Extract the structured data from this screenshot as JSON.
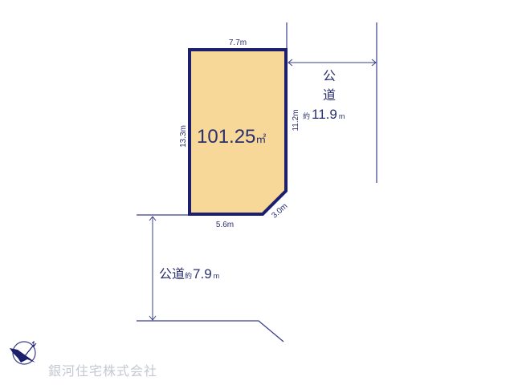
{
  "lot": {
    "area_value": "101.25",
    "area_unit": "㎡",
    "fill_color": "#f8d898",
    "border_color": "#1c1f6e",
    "dimensions": {
      "top": "7.7m",
      "left": "13.3m",
      "right": "11.2m",
      "bottom": "5.6m",
      "corner_cut": "3.0m"
    }
  },
  "roads": {
    "east": {
      "label_line1": "公",
      "label_line2": "道",
      "approx": "約",
      "width_value": "11.9",
      "unit": "m"
    },
    "south": {
      "label": "公道",
      "approx": "約",
      "width_value": "7.9",
      "unit": "m"
    },
    "line_color": "#3a3f8a"
  },
  "footer": {
    "company_name": "銀河住宅株式会社",
    "logo_icon": "crane-compass-logo"
  }
}
